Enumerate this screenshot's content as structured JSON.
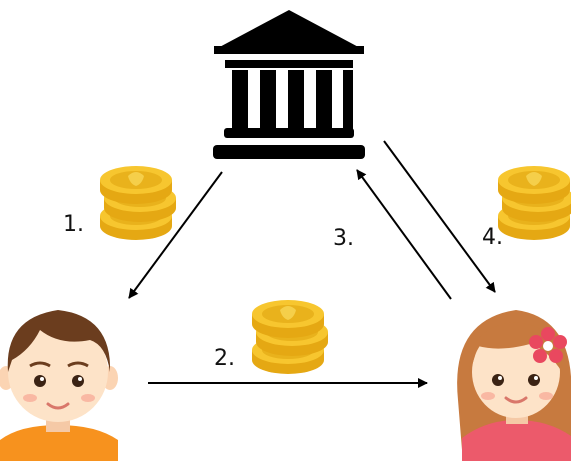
{
  "diagram": {
    "steps": [
      {
        "id": "step-1",
        "label": "1.",
        "from": "bank",
        "to": "boy"
      },
      {
        "id": "step-2",
        "label": "2.",
        "from": "boy",
        "to": "girl"
      },
      {
        "id": "step-3",
        "label": "3.",
        "from": "girl",
        "to": "bank"
      },
      {
        "id": "step-4",
        "label": "4.",
        "from": "bank",
        "to": "girl"
      }
    ],
    "icons": {
      "bank": "bank-building-icon",
      "boy": "boy-avatar-icon",
      "girl": "girl-avatar-icon",
      "coins": "coin-stack-icon"
    },
    "colors": {
      "coin_gold": "#f7c62f",
      "coin_dark": "#e5a813",
      "bank": "#000000",
      "boy_shirt": "#f7921e",
      "boy_hair": "#6b3d1e",
      "girl_shirt": "#ec5a6b",
      "girl_hair": "#c77a3f",
      "skin": "#fde3c8",
      "flower": "#e9485f"
    }
  }
}
